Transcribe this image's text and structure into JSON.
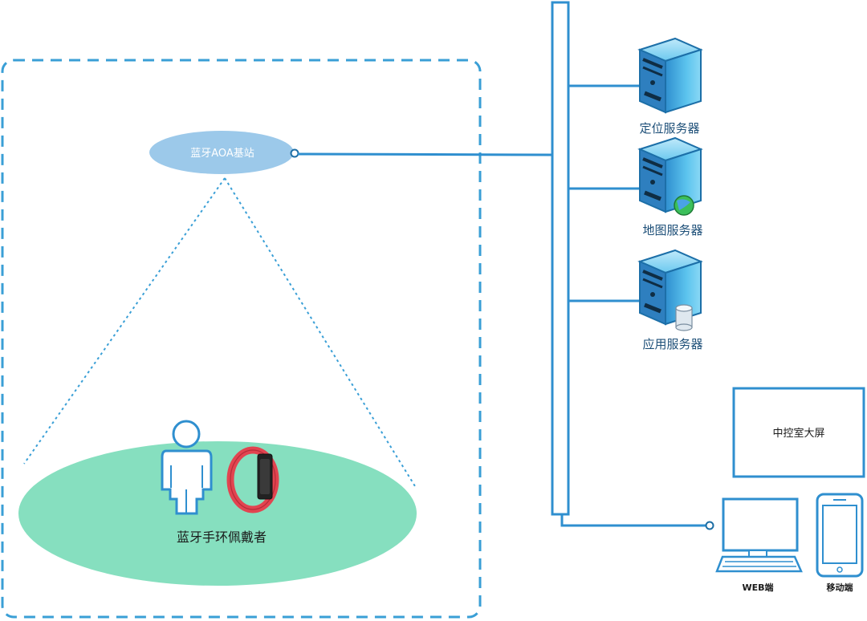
{
  "station": {
    "label": "蓝牙AOA基站"
  },
  "wearer": {
    "label": "蓝牙手环佩戴者"
  },
  "servers": [
    {
      "label": "定位服务器",
      "badge": "none"
    },
    {
      "label": "地图服务器",
      "badge": "globe-icon"
    },
    {
      "label": "应用服务器",
      "badge": "database-icon"
    }
  ],
  "screen": {
    "label": "中控室大屏"
  },
  "clients": [
    {
      "label": "WEB端"
    },
    {
      "label": "移动端"
    }
  ],
  "colors": {
    "line": "#3a9fd6",
    "station_fill": "#9cc9ea",
    "coverage_fill": "#86dfbf",
    "server_body": "#4ab3e3",
    "band": "#e24450"
  }
}
